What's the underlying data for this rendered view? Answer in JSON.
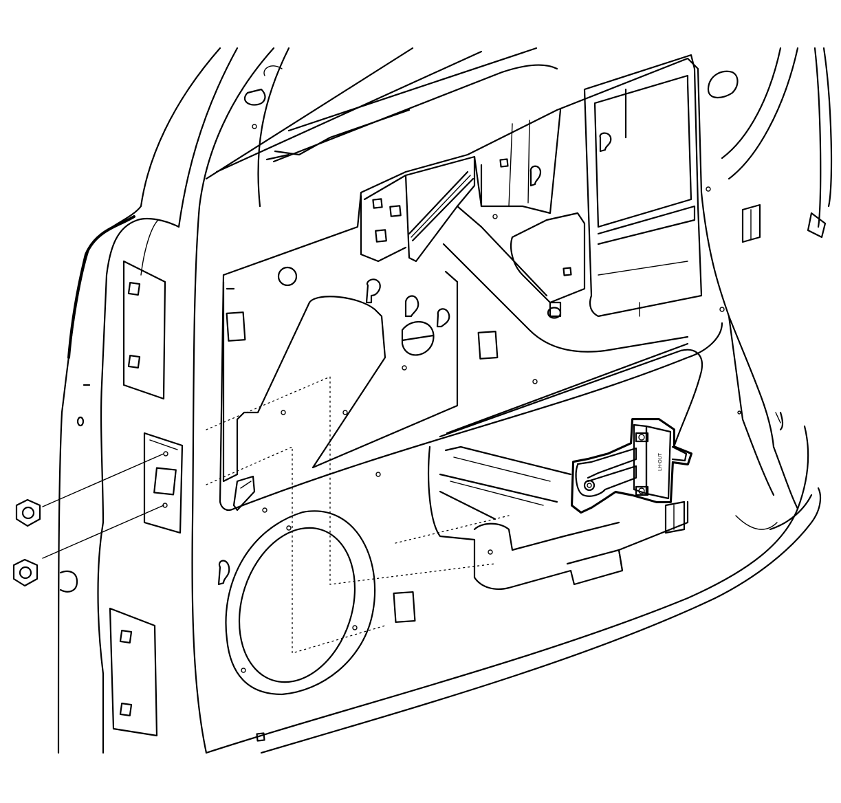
{
  "diagram": {
    "part_label": "LH-OUT",
    "components": [
      "door-inner-panel",
      "door-hinge-pillar",
      "door-check-link",
      "check-link-nut-upper",
      "check-link-nut-lower",
      "speaker-opening",
      "window-regulator-access"
    ],
    "colors": {
      "line": "#000000",
      "background": "#ffffff"
    }
  }
}
